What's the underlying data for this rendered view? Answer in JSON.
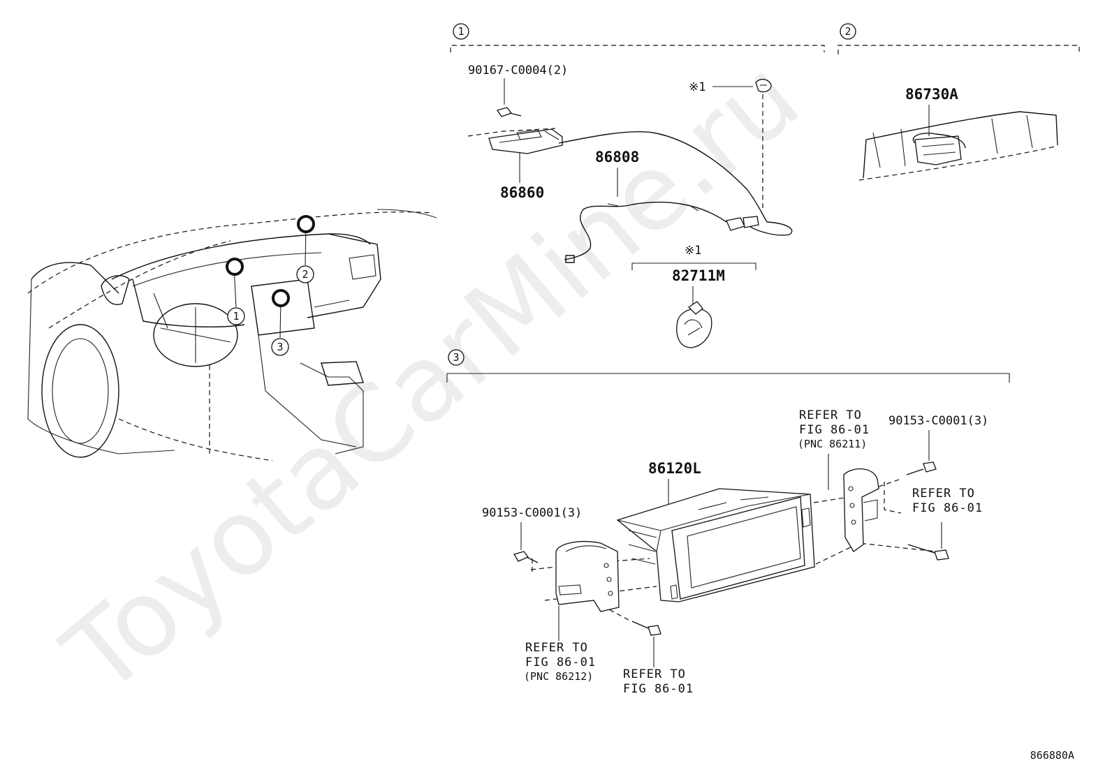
{
  "watermark": "ToyotaCarMine.ru",
  "sections": {
    "s1": "1",
    "s2": "2",
    "s3": "3"
  },
  "parts": {
    "bolt_top": "90167-C0004(2)",
    "p86860": "86860",
    "p86808": "86808",
    "note_mark_a": "※1",
    "note_mark_b": "※1",
    "p82711M": "82711M",
    "p86730A": "86730A",
    "p86120L": "86120L",
    "bolt_left": "90153-C0001(3)",
    "bolt_right": "90153-C0001(3)"
  },
  "refs": {
    "ref_upper": {
      "l1": "REFER TO",
      "l2": "FIG 86-01",
      "l3": "(PNC 86211)"
    },
    "ref_right": {
      "l1": "REFER TO",
      "l2": "FIG 86-01"
    },
    "ref_lower_left": {
      "l1": "REFER TO",
      "l2": "FIG 86-01",
      "l3": "(PNC 86212)"
    },
    "ref_lower_mid": {
      "l1": "REFER TO",
      "l2": "FIG 86-01"
    }
  },
  "figure_code": "866880A"
}
